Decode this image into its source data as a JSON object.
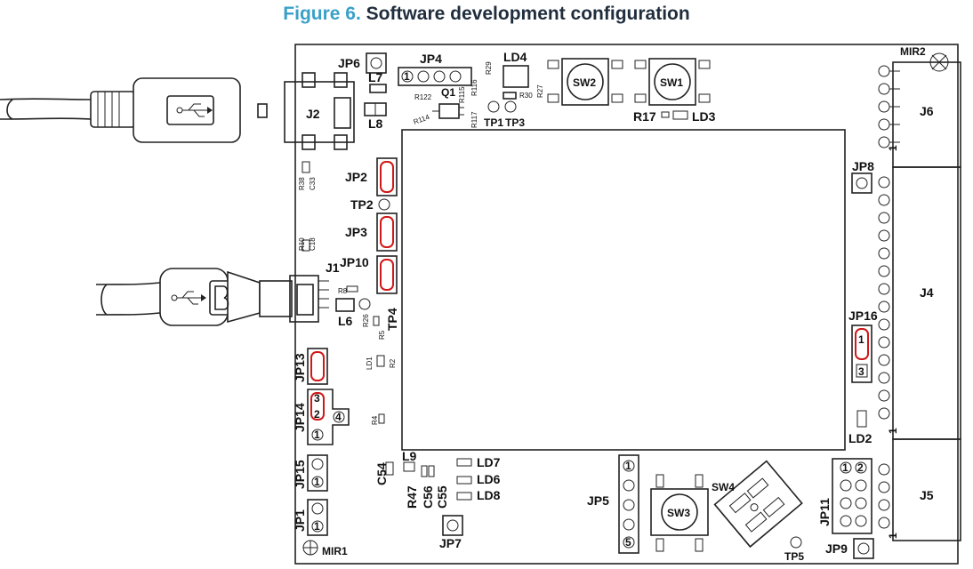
{
  "figure": {
    "number": "Figure 6.",
    "title": "Software development configuration"
  },
  "labels": {
    "jp6": "JP6",
    "jp4": "JP4",
    "ld4": "LD4",
    "l7": "L7",
    "l8": "L8",
    "j2": "J2",
    "q1": "Q1",
    "sw2": "SW2",
    "sw1": "SW1",
    "r17": "R17",
    "ld3": "LD3",
    "tp1": "TP1",
    "tp3": "TP3",
    "mir2": "MIR2",
    "j6": "J6",
    "jp8": "JP8",
    "jp2": "JP2",
    "tp2": "TP2",
    "jp3": "JP3",
    "jp10": "JP10",
    "j1": "J1",
    "l6": "L6",
    "tp4": "TP4",
    "j4": "J4",
    "jp16": "JP16",
    "jp13": "JP13",
    "jp14": "JP14",
    "ld2": "LD2",
    "jp15": "JP15",
    "jp1": "JP1",
    "mir1": "MIR1",
    "c54": "C54",
    "l9": "L9",
    "r47": "R47",
    "c56": "C56",
    "c55": "C55",
    "ld7": "LD7",
    "ld6": "LD6",
    "ld8": "LD8",
    "jp7": "JP7",
    "jp5": "JP5",
    "sw3": "SW3",
    "sw4": "SW4",
    "tp5": "TP5",
    "jp11": "JP11",
    "j5": "J5",
    "jp9": "JP9"
  },
  "small_labels": {
    "r122": "R122",
    "r114": "R114",
    "r116": "R116",
    "r115": "R115",
    "r117": "R117",
    "r29": "R29",
    "r27": "R27",
    "r30": "R30",
    "r38": "R38",
    "c33": "C33",
    "r10": "R10",
    "c18": "C18",
    "r8": "R8",
    "r26": "R26",
    "r5": "R5",
    "r2": "R2",
    "ld1": "LD1",
    "r4": "R4"
  },
  "pin_numbers": {
    "one": "1",
    "two": "2",
    "three": "3",
    "four": "4",
    "five": "5"
  }
}
